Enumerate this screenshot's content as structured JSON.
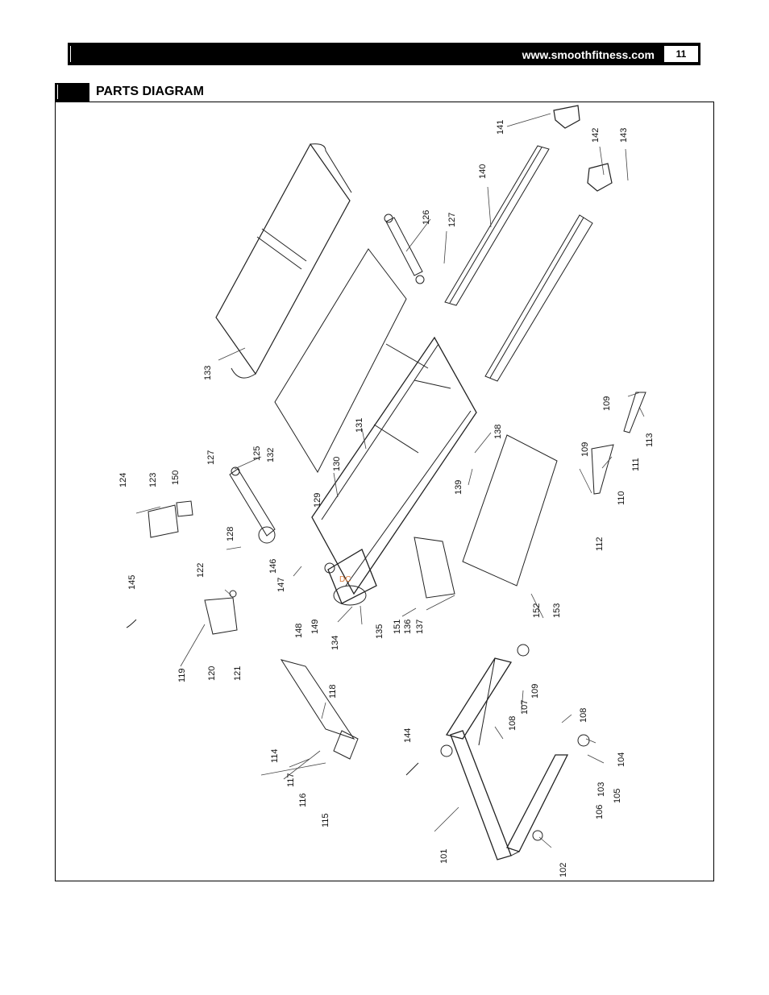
{
  "header": {
    "website": "www.smoothfitness.com",
    "page_number": "11"
  },
  "section": {
    "title": "PARTS DIAGRAM"
  },
  "diagram": {
    "motor_label": "DC",
    "callouts": [
      {
        "id": "c141",
        "num": "141"
      },
      {
        "id": "c142",
        "num": "142"
      },
      {
        "id": "c143",
        "num": "143"
      },
      {
        "id": "c140",
        "num": "140"
      },
      {
        "id": "c126",
        "num": "126"
      },
      {
        "id": "c127a",
        "num": "127"
      },
      {
        "id": "c133",
        "num": "133"
      },
      {
        "id": "c131",
        "num": "131"
      },
      {
        "id": "c132",
        "num": "132"
      },
      {
        "id": "c125",
        "num": "125"
      },
      {
        "id": "c127b",
        "num": "127"
      },
      {
        "id": "c130",
        "num": "130"
      },
      {
        "id": "c138",
        "num": "138"
      },
      {
        "id": "c109a",
        "num": "109"
      },
      {
        "id": "c113",
        "num": "113"
      },
      {
        "id": "c111",
        "num": "111"
      },
      {
        "id": "c109b",
        "num": "109"
      },
      {
        "id": "c110",
        "num": "110"
      },
      {
        "id": "c112",
        "num": "112"
      },
      {
        "id": "c124",
        "num": "124"
      },
      {
        "id": "c123",
        "num": "123"
      },
      {
        "id": "c150",
        "num": "150"
      },
      {
        "id": "c129",
        "num": "129"
      },
      {
        "id": "c139",
        "num": "139"
      },
      {
        "id": "c128",
        "num": "128"
      },
      {
        "id": "c146",
        "num": "146"
      },
      {
        "id": "c147",
        "num": "147"
      },
      {
        "id": "c145",
        "num": "145"
      },
      {
        "id": "c122",
        "num": "122"
      },
      {
        "id": "c152",
        "num": "152"
      },
      {
        "id": "c153",
        "num": "153"
      },
      {
        "id": "c148",
        "num": "148"
      },
      {
        "id": "c149",
        "num": "149"
      },
      {
        "id": "c134",
        "num": "134"
      },
      {
        "id": "c135",
        "num": "135"
      },
      {
        "id": "c151",
        "num": "151"
      },
      {
        "id": "c136",
        "num": "136"
      },
      {
        "id": "c137",
        "num": "137"
      },
      {
        "id": "c119",
        "num": "119"
      },
      {
        "id": "c120",
        "num": "120"
      },
      {
        "id": "c121",
        "num": "121"
      },
      {
        "id": "c118",
        "num": "118"
      },
      {
        "id": "c109c",
        "num": "109"
      },
      {
        "id": "c107",
        "num": "107"
      },
      {
        "id": "c108a",
        "num": "108"
      },
      {
        "id": "c108b",
        "num": "108"
      },
      {
        "id": "c114",
        "num": "114"
      },
      {
        "id": "c144",
        "num": "144"
      },
      {
        "id": "c117",
        "num": "117"
      },
      {
        "id": "c116",
        "num": "116"
      },
      {
        "id": "c115",
        "num": "115"
      },
      {
        "id": "c104",
        "num": "104"
      },
      {
        "id": "c103",
        "num": "103"
      },
      {
        "id": "c105",
        "num": "105"
      },
      {
        "id": "c106",
        "num": "106"
      },
      {
        "id": "c101",
        "num": "101"
      },
      {
        "id": "c102",
        "num": "102"
      }
    ]
  }
}
